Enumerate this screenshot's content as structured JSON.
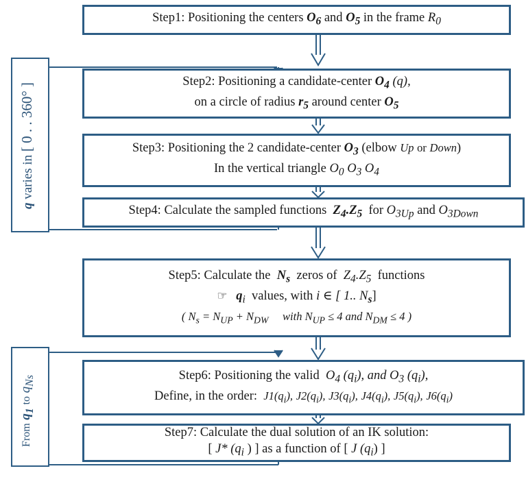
{
  "step1": {
    "text": "Step1: Positioning the centers",
    "o6": "O",
    "o6sub": "6",
    "and": "and",
    "o5": "O",
    "o5sub": "5",
    "frame": "in the frame",
    "r": "R",
    "rsub": "0"
  },
  "step2": {
    "l1a": "Step2: Positioning a candidate-center",
    "o4": "O",
    "o4sub": "4",
    "o4q": "(q),",
    "l2a": "on a circle of radius",
    "r5": "r",
    "r5sub": "5",
    "l2b": "around center",
    "o5": "O",
    "o5sub": "5"
  },
  "step3": {
    "l1a": "Step3: Positioning the 2 candidate-center",
    "o3": "O",
    "o3sub": "3",
    "l1b": "(elbow",
    "up": "Up",
    "or": "or",
    "down": "Down",
    "close": ")",
    "l2a": "In the vertical triangle",
    "tri": [
      "O",
      "0",
      "O",
      "3",
      "O",
      "4"
    ]
  },
  "step4": {
    "l1a": "Step4: Calculate the sampled functions",
    "z4": "Z",
    "z4sub": "4",
    "dot": ".",
    "z5": "Z",
    "z5sub": "5",
    "for": "for",
    "o3up": "O",
    "o3upsub": "3Up",
    "and": "and",
    "o3down": "O",
    "o3downsub": "3Down"
  },
  "step5": {
    "l1a": "Step5: Calculate the",
    "ns": "N",
    "nssub": "s",
    "l1b": "zeros of",
    "z": "Z",
    "zsub": "4",
    "zz": ".Z",
    "zzsub": "5",
    "l1c": "functions",
    "l2icon": "☞",
    "q": "q",
    "qsub": "i",
    "l2a": "values, with",
    "l2b": "i ∈ [",
    "l2c": "1.. N",
    "l2csub": "s",
    "l2d": "]",
    "l3": "( N",
    "l3sub1": "s",
    "l3b": "= N",
    "l3sub2": "UP",
    "l3c": "+ N",
    "l3sub3": "DW",
    "l3d": "with N",
    "l3sub4": "UP",
    "l3e": "≤ 4  and N",
    "l3sub5": "DM",
    "l3f": "≤ 4 )"
  },
  "step6": {
    "l1a": "Step6: Positioning the valid",
    "l1b": "O",
    "l1bsub": "4",
    "l1c": "(q",
    "l1csub": "i",
    "l1d": "), and O",
    "l1dsub": "3",
    "l1e": "(q",
    "l1esub": "i",
    "l1f": "),",
    "l2a": "Define, in the order:",
    "joints": [
      "J1",
      "J2",
      "J3",
      "J4",
      "J5",
      "J6"
    ]
  },
  "step7": {
    "l1": "Step7: Calculate the dual solution of an IK solution:",
    "l2a": "[",
    "l2b": "J* (q",
    "l2bsub": "i",
    "l2c": ") ] as a function of [",
    "l2d": "J (q",
    "l2dsub": "i",
    "l2e": ") ]"
  },
  "loop1": {
    "q": "q",
    "text": "varies in",
    "range": "[ 0 . . 360° ]"
  },
  "loop2": {
    "from": "From",
    "q1": "q",
    "q1sub": "1",
    "to": "to",
    "qn": "q",
    "qnsub": "Ns"
  },
  "colors": {
    "border": "#2d5d85",
    "arrow": "#2d5d85",
    "label": "#2b5378"
  }
}
